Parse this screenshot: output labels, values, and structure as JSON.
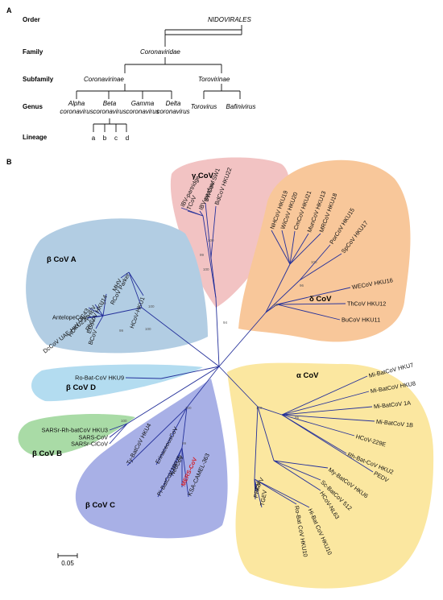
{
  "panel_a": {
    "label": "A",
    "rows": {
      "order": "Order",
      "family": "Family",
      "subfamily": "Subfamily",
      "genus": "Genus",
      "lineage": "Lineage"
    },
    "order_name": "NIDOVIRALES",
    "family_name": "Coronaviridae",
    "subfamilies": [
      "Coronavirinae",
      "Torovirinae"
    ],
    "genera": [
      {
        "line1": "Alpha",
        "line2": "coronavirus"
      },
      {
        "line1": "Beta",
        "line2": "coronavirus"
      },
      {
        "line1": "Gamma",
        "line2": "coronavirus"
      },
      {
        "line1": "Delta",
        "line2": "coronavirus"
      },
      {
        "line1": "Torovirus",
        "line2": ""
      },
      {
        "line1": "Bafinivirus",
        "line2": ""
      }
    ],
    "lineages": [
      "a",
      "b",
      "c",
      "d"
    ]
  },
  "panel_b": {
    "label": "B",
    "scale_bar": "0.05",
    "colors": {
      "gamma": "#f2c3c3",
      "delta": "#f8c79a",
      "alpha": "#fbe7a0",
      "beta_a": "#b2cde3",
      "beta_d": "#b3dcf0",
      "beta_b": "#a9dba6",
      "beta_c": "#a8b0e6",
      "branch": "#24309a",
      "mers": "#d3202a"
    },
    "groups": {
      "gamma": "γ CoV",
      "delta": "δ CoV",
      "alpha": "α CoV",
      "beta_a": "β CoV A",
      "beta_d": "β CoV D",
      "beta_b": "β CoV B",
      "beta_c": "β CoV C"
    },
    "leaves": {
      "gamma": [
        "IBV-partridge",
        "TCoV",
        "IBV-peafowl",
        "BWCoV SW1",
        "BdCoV HKU22"
      ],
      "delta": [
        "NHCoV HKU19",
        "WiCoV HKU20",
        "CmCoV HKU21",
        "MunCoV HKU13",
        "MRCoV HKU18",
        "PorCoV HKU15",
        "SpCoV HKU17",
        "WECoV HKU16",
        "ThCoV HKU12",
        "BuCoV HKU11"
      ],
      "beta_a": [
        "DcCoV UAE-HKU23",
        "HCoV-OC43",
        "PHEV",
        "RbCoV HKU14",
        "MHV",
        "RCoV Parker",
        "HCoV-HKU1",
        "AntelopeCoV",
        "ECoV",
        "BCoV"
      ],
      "beta_d": [
        "Ro-Bat-CoV HKU9"
      ],
      "beta_b": [
        "SARSr-Rh-batCoV HKU3",
        "SARS-CoV",
        "SARSr-CiCoV"
      ],
      "beta_c": [
        "Ty-BatCoV HKU4",
        "ErinaceousCoV",
        "Pi-BatCoV HKU5",
        "NeoCoV",
        "MERS-CoV",
        "KSA-CAMEL-363"
      ],
      "alpha": [
        "Mi-BatCoV HKU7",
        "Mi-BatCoV HKU8",
        "Mi-BatCoV 1A",
        "Mi-BatCoV 1B",
        "HCoV-229E",
        "Rh-Bat-CoV HKU2",
        "PEDV",
        "My-BatCoV HKU6",
        "Sc-BatCoV 512",
        "HCoV-NL63",
        "Hi-Bat CoV HKU10",
        "Ro-Bat CoV HKU10",
        "TGEV",
        "PRCV",
        "FIPV"
      ]
    },
    "bootstrap": [
      "100",
      "99",
      "100",
      "94",
      "100",
      "96",
      "99",
      "100",
      "99",
      "100",
      "100",
      "100",
      "100",
      "85",
      "100",
      "99"
    ]
  }
}
